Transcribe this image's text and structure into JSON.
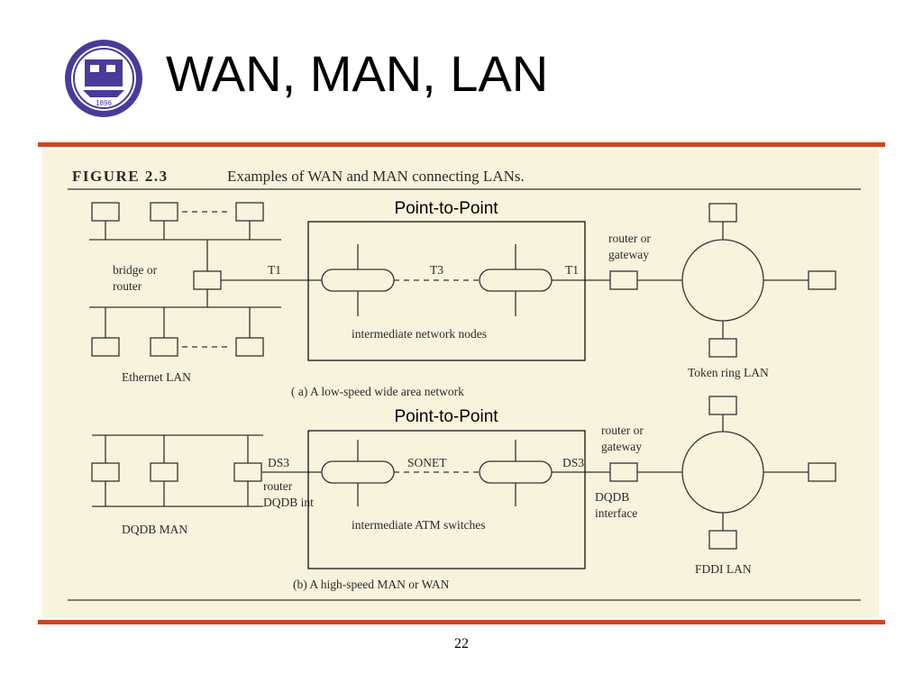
{
  "slide": {
    "title": "WAN, MAN, LAN",
    "page_number": "22",
    "accent_color": "#d14420"
  },
  "logo": {
    "year": "1896",
    "color": "#4a3a9a"
  },
  "figure": {
    "caption_label": "FIGURE 2.3",
    "caption_text": "Examples of WAN and MAN connecting LANs.",
    "background": "#f7f3dc",
    "diagram_a": {
      "overlay_label": "Point-to-Point",
      "bridge_label": [
        "bridge or",
        "router"
      ],
      "lan_left_label": "Ethernet LAN",
      "link_left": "T1",
      "link_middle": "T3",
      "link_right": "T1",
      "nodes_label": "intermediate network nodes",
      "gateway_label": [
        "router or",
        "gateway"
      ],
      "lan_right_label": "Token ring LAN",
      "caption": "( a)  A low-speed wide area network"
    },
    "diagram_b": {
      "overlay_label": "Point-to-Point",
      "lan_left_label": "DQDB MAN",
      "link_left": "DS3",
      "router_label": [
        "router",
        "DQDB int"
      ],
      "link_middle": "SONET",
      "link_right": "DS3",
      "nodes_label": "intermediate ATM switches",
      "gateway_label": [
        "router or",
        "gateway"
      ],
      "interface_label": [
        "DQDB",
        "interface"
      ],
      "lan_right_label": "FDDI LAN",
      "caption": "(b)  A high-speed MAN or WAN"
    }
  }
}
